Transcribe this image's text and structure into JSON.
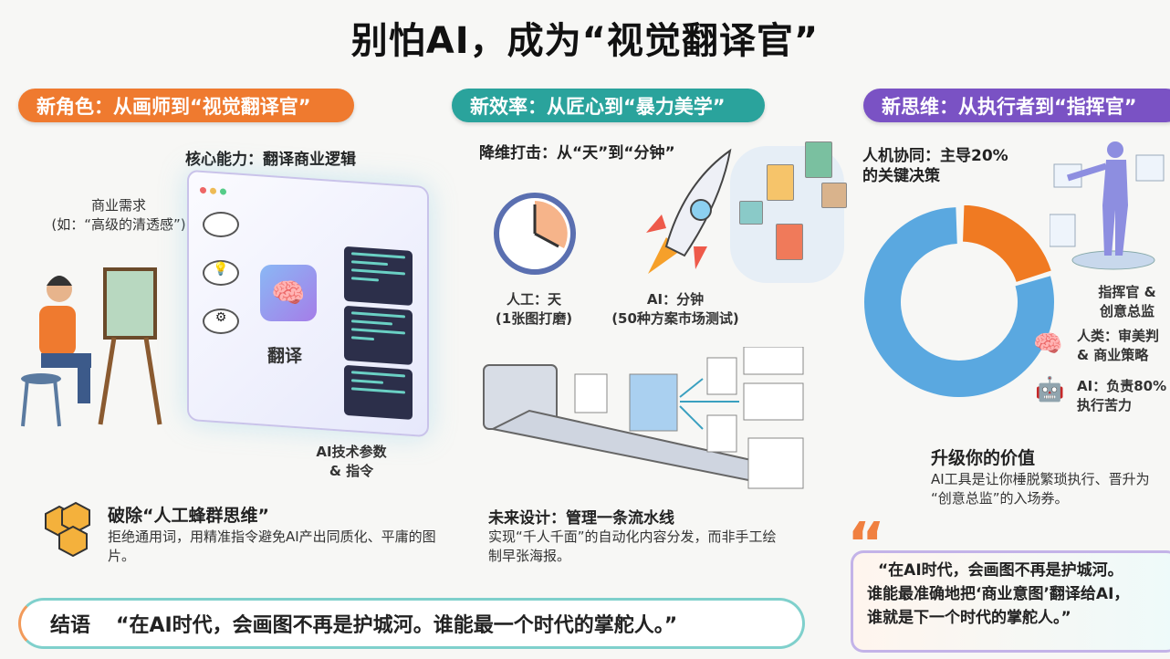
{
  "title": "别怕AI，成为“视觉翻译官”",
  "sections": [
    {
      "pill": "新角色：从画师到“视觉翻译官”",
      "color": "#ef7a2f",
      "core": "核心能力：翻译商业逻辑",
      "demand_line1": "商业需求",
      "demand_line2": "(如：“高级的清透感”)",
      "translate_label": "翻译",
      "params_line1": "AI技术参数",
      "params_line2": "& 指令",
      "break_heading": "破除“人工蜂群思维”",
      "break_text": "拒绝通用词，用精准指令避免AI产出同质化、平庸的图片。"
    },
    {
      "pill": "新效率：从匠心到“暴力美学”",
      "color": "#2aa39c",
      "heading": "降维打击：从“天”到“分钟”",
      "human_line1": "人工：天",
      "human_line2": "(1张图打磨)",
      "ai_line1": "AI：分钟",
      "ai_line2": "(50种方案市场测试)",
      "future_heading": "未来设计：管理一条流水线",
      "future_text": "实现“千人千面”的自动化内容分发，而非手工绘制早张海报。"
    },
    {
      "pill": "新思维：从执行者到“指挥官”",
      "color": "#7a52c4",
      "heading_line1": "人机协同：主导20%",
      "heading_line2": "的关键决策",
      "donut": {
        "human_percent": 20,
        "ai_percent": 80,
        "human_color": "#f07a22",
        "ai_color": "#5aa8e0"
      },
      "commander_line1": "指挥官 &",
      "commander_line2": "创意总监",
      "human_line1": "人类：审美判",
      "human_line2": "& 商业策略",
      "ai_line1": "AI：负责80%",
      "ai_line2": "执行苦力",
      "value_heading": "升级你的价值",
      "value_text_line1": "AI工具是让你棰脱繁琐执行、晋升为",
      "value_text_line2": "“创意总监”的入场券。",
      "quote_line1": "“在AI时代，会画图不再是护城河。",
      "quote_line2": "谁能最准确地把‘商业意图’翻译给AI，",
      "quote_line3": "谁就是下一个时代的掌舵人。”"
    }
  ],
  "conclusion": {
    "label": "结语",
    "text": "“在AI时代，会画图不再是护城河。谁能最一个时代的掌舵人。”"
  }
}
